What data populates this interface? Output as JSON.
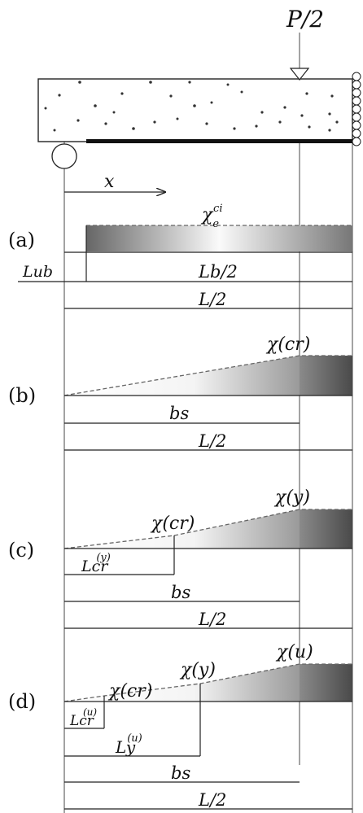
{
  "load": {
    "label": "P/2"
  },
  "axis": {
    "label": "x"
  },
  "panels": [
    {
      "tag": "(a)",
      "curvature_label": "χ",
      "curvature_sup": "ci",
      "curvature_sub": "e",
      "dims": [
        "Lub",
        "Lb/2",
        "L/2"
      ]
    },
    {
      "tag": "(b)",
      "curvature_labels": [
        "χ(cr)"
      ],
      "dims": [
        "bs",
        "L/2"
      ]
    },
    {
      "tag": "(c)",
      "curvature_labels": [
        "χ(cr)",
        "χ(y)"
      ],
      "dims": [
        {
          "base": "Lcr",
          "sup": "(y)"
        },
        "bs",
        "L/2"
      ]
    },
    {
      "tag": "(d)",
      "curvature_labels": [
        "χ(cr)",
        "χ(y)",
        "χ(u)"
      ],
      "dims": [
        {
          "base": "Lcr",
          "sup": "(u)"
        },
        {
          "base": "Ly",
          "sup": "(u)"
        },
        "bs",
        "L/2"
      ]
    }
  ],
  "colors": {
    "dark": "#555555",
    "light": "#ffffff",
    "line": "#222222"
  }
}
